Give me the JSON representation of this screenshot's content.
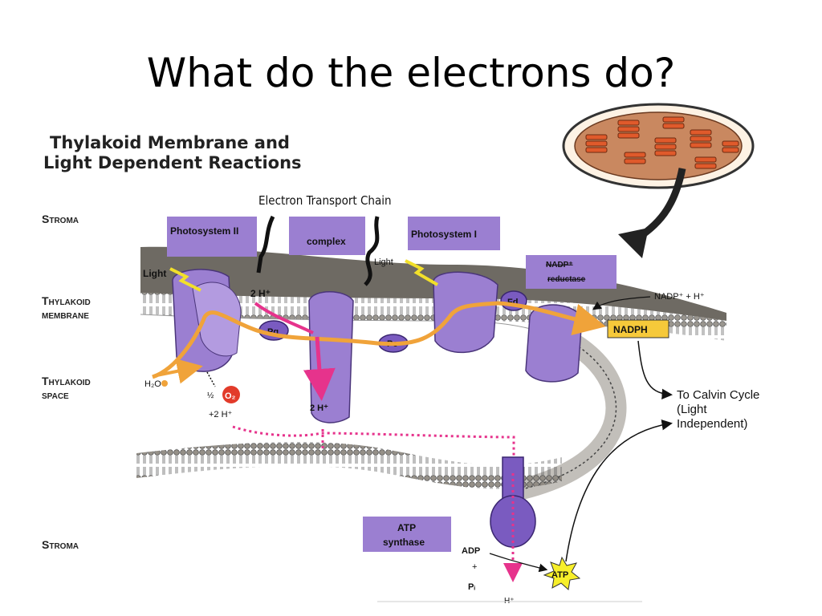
{
  "title": "What do the electrons do?",
  "diagram": {
    "heading_line1": "Thylakoid Membrane and",
    "heading_line2": "Light Dependent Reactions",
    "regions": {
      "stroma_top": "Stroma",
      "membrane_line1": "Thylakoid",
      "membrane_line2": "membrane",
      "space_line1": "Thylakoid",
      "space_line2": "space",
      "stroma_bottom": "Stroma"
    },
    "annotation_etc": "Electron Transport Chain",
    "boxes": {
      "photosystem_ii": "Photosystem II",
      "complex": "complex",
      "photosystem_i": "Photosystem I",
      "nadp_reductase_line1": "NADP⁺",
      "nadp_reductase_line2": "reductase",
      "atp_synthase_line1": "ATP",
      "atp_synthase_line2": "synthase",
      "nadph": "NADPH"
    },
    "labels": {
      "light_1": "Light",
      "light_2": "Light",
      "h_plus_top": "2 H⁺",
      "h_plus_space": "2 H⁺",
      "pq": "Pq",
      "pc": "Pc",
      "fd": "Fd",
      "water": "H₂O",
      "half_o2_prefix": "½",
      "o2": "O₂",
      "h_plus_o2": "+2 H⁺",
      "nadp_plus_h": "NADP⁺ + H⁺",
      "calvin_line1": "To Calvin Cycle",
      "calvin_line2": "(Light",
      "calvin_line3": "Independent)",
      "adp": "ADP",
      "plus": "+",
      "pi": "Pᵢ",
      "atp": "ATP",
      "h_plus_bottom": "H⁺"
    },
    "colors": {
      "protein": "#9b7fd1",
      "protein_dark": "#6a4fa8",
      "box_fill": "#9b7fd1",
      "membrane_top": "#6e6a63",
      "electron_path": "#f0a33a",
      "proton_path": "#e6338c",
      "nadph_box": "#f6c93a",
      "o2_circle": "#e23b2a",
      "atp_star": "#f7ef2a",
      "chloroplast": "#c98860",
      "thylakoid_stack": "#e05a2b"
    }
  }
}
